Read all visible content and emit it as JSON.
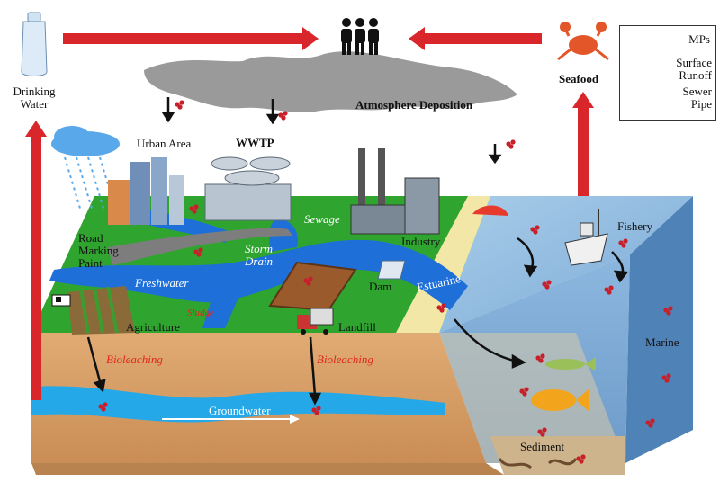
{
  "labels": {
    "drinking_water": "Drinking\nWater",
    "seafood": "Seafood",
    "atmosphere": "Atmosphere Deposition",
    "urban_area": "Urban Area",
    "wwtp": "WWTP",
    "sewage": "Sewage",
    "industry": "Industry",
    "road_marking_paint": "Road\nMarking\nPaint",
    "storm_drain": "Storm\nDrain",
    "freshwater": "Freshwater",
    "sludge": "Sludge",
    "agriculture": "Agriculture",
    "dam": "Dam",
    "landfill": "Landfill",
    "estuarine": "Estuarine",
    "fishery": "Fishery",
    "marine": "Marine",
    "bioleaching_left": "Bioleaching",
    "bioleaching_right": "Bioleaching",
    "groundwater": "Groundwater",
    "sediment": "Sediment"
  },
  "legend": {
    "mps": "MPs",
    "surface_runoff": "Surface\nRunoff",
    "sewer_pipe": "Sewer\nPipe"
  },
  "colors": {
    "arrow_red": "#d9262b",
    "water_blue": "#1e90e6",
    "ocean_blue": "#8fbbe0",
    "land_green": "#2fa52f",
    "soil": "#d9a06a",
    "mps_red": "#c8202a",
    "cloud_grey": "#9a9a9a"
  },
  "icons": [
    "people-icon",
    "crab-icon",
    "water-bottle-icon",
    "rain-cloud-icon",
    "factory-icon",
    "boat-icon",
    "fish-icon",
    "cow-icon",
    "truck-icon"
  ]
}
